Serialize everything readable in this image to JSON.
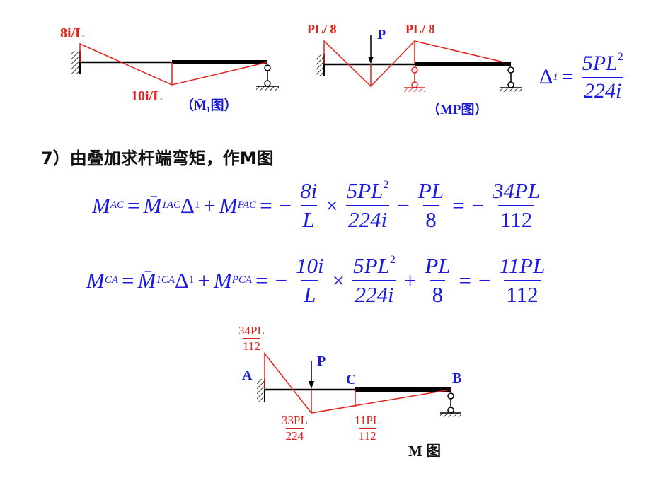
{
  "diagram1": {
    "label_a": "8i/L",
    "label_c": "10i/L",
    "caption": "（M̄₁图）"
  },
  "diagram2": {
    "label_a": "PL/ 8",
    "label_c": "PL/ 8",
    "load": "P",
    "caption": "（MP图）"
  },
  "delta": {
    "lhs": "Δ",
    "lhs_sub": "1",
    "eq": "=",
    "num": "5PL",
    "num_sup": "2",
    "den": "224i"
  },
  "heading": "7）由叠加求杆端弯矩，作M图",
  "eq1": {
    "lhs": "M",
    "lhs_sub": "AC",
    "m1": "M̄",
    "m1_sub": "1AC",
    "delta": "Δ",
    "delta_sub": "1",
    "mp": "M",
    "mp_sub": "PAC",
    "f1_num": "8i",
    "f1_den": "L",
    "f2_num": "5PL",
    "f2_sup": "2",
    "f2_den": "224i",
    "f3_num": "PL",
    "f3_den": "8",
    "res_num": "34PL",
    "res_den": "112",
    "sign1": "−",
    "op2": "−",
    "sign_res": "−"
  },
  "eq2": {
    "lhs": "M",
    "lhs_sub": "CA",
    "m1": "M̄",
    "m1_sub": "1CA",
    "delta": "Δ",
    "delta_sub": "1",
    "mp": "M",
    "mp_sub": "PCA",
    "f1_num": "10i",
    "f1_den": "L",
    "f2_num": "5PL",
    "f2_sup": "2",
    "f2_den": "224i",
    "f3_num": "PL",
    "f3_den": "8",
    "res_num": "11PL",
    "res_den": "112",
    "sign1": "−",
    "op2": "+",
    "sign_res": "−"
  },
  "diagram3": {
    "node_a": "A",
    "node_b": "B",
    "node_c": "C",
    "load": "P",
    "m_a_num": "34PL",
    "m_a_den": "112",
    "m_p_num": "33PL",
    "m_p_den": "224",
    "m_c_num": "11PL",
    "m_c_den": "112",
    "caption": "M 图"
  },
  "colors": {
    "moment": "#e0201c",
    "label": "#1a1ad0",
    "beam": "#000000"
  }
}
